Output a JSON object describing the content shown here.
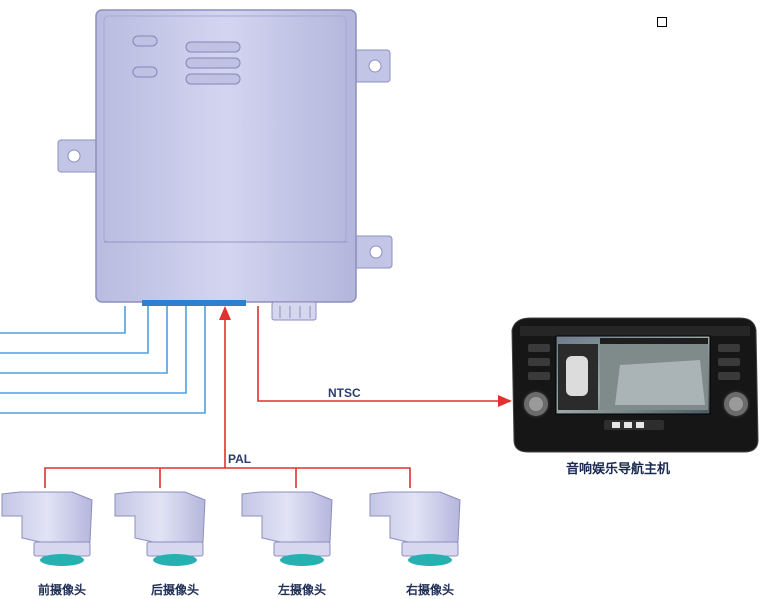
{
  "labels": {
    "ntsc": "NTSC",
    "pal": "PAL",
    "head_unit": "音响娱乐导航主机"
  },
  "cameras": [
    {
      "label": "前摄像头"
    },
    {
      "label": "后摄像头"
    },
    {
      "label": "左摄像头"
    },
    {
      "label": "右摄像头"
    }
  ],
  "colors": {
    "ecu_body": "#c9cbea",
    "ecu_edge": "#9a9cc8",
    "signal_line": "#e03030",
    "harness_line": "#4da0e0",
    "head_unit_body": "#111111",
    "camera_lens": "#27b0b0"
  }
}
